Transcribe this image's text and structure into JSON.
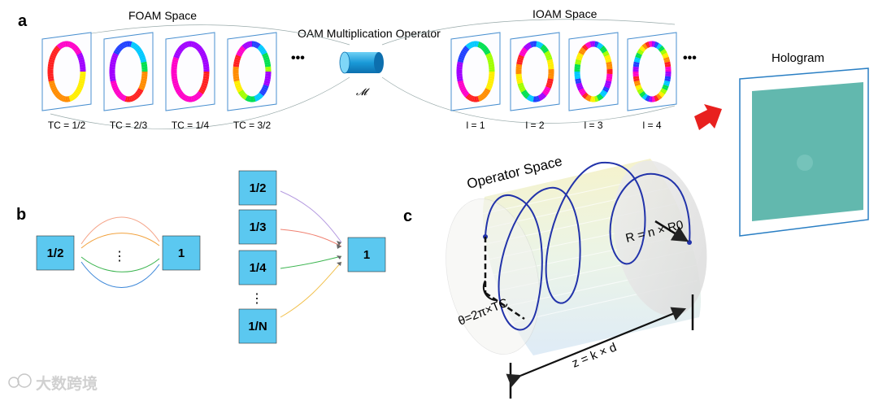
{
  "panel_a": {
    "letter": "a",
    "foam_title": "FOAM Space",
    "ioam_title": "IOAM Space",
    "operator_title": "OAM Multiplication Operator",
    "operator_symbol": "𝓜",
    "ellipsis": "•••",
    "foam_labels": [
      "TC = 1/2",
      "TC = 2/3",
      "TC = 1/4",
      "TC = 3/2"
    ],
    "ioam_labels": [
      "l = 1",
      "l = 2",
      "l = 3",
      "l = 4"
    ],
    "hologram_title": "Hologram"
  },
  "panel_b": {
    "letter": "b",
    "left_source": "1/2",
    "left_target": "1",
    "left_dots": "⋮",
    "right_sources": [
      "1/2",
      "1/3",
      "1/4",
      "1/N"
    ],
    "right_dots": "⋮",
    "right_target": "1"
  },
  "panel_c": {
    "letter": "c",
    "title": "Operator Space",
    "radius_label": "R = n × R0",
    "angle_label": "θ=2π×TC",
    "length_label": "z = k × d"
  },
  "watermark": "大数跨境",
  "colors": {
    "box_fill": "#5BC8F0",
    "helix": "#2233AA",
    "arrow_red": "#E8201E",
    "hologram": "#62B8AE"
  }
}
